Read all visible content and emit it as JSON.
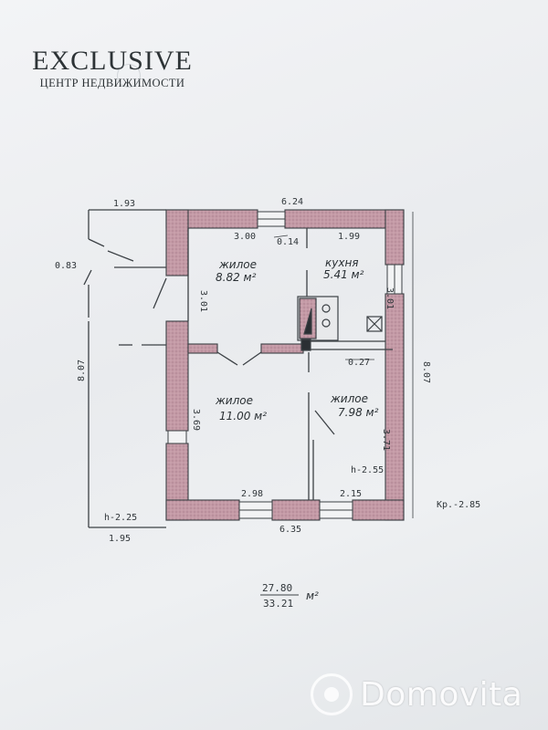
{
  "brand": {
    "title": "EXCLUSIVE",
    "subtitle": "ЦЕНТР НЕДВИЖИМОСТИ"
  },
  "rooms": {
    "living1": {
      "name": "жилое",
      "area": "8.82 м²"
    },
    "kitchen": {
      "name": "кухня",
      "area": "5.41 м²"
    },
    "living2": {
      "name": "жилое",
      "area": "11.00 м²"
    },
    "living3": {
      "name": "жилое",
      "area": "7.98 м²"
    }
  },
  "dimensions": {
    "top_left": "1.93",
    "top_right": "6.24",
    "inner_3_00": "3.00",
    "inner_0_14": "0.14",
    "inner_1_99": "1.99",
    "left_0_83": "0.83",
    "left_8_07": "8.07",
    "right_8_07": "8.07",
    "wall_3_01_left": "3.01",
    "wall_3_01_right": "3.01",
    "inner_0_27": "0.27",
    "wall_3_69": "3.69",
    "wall_3_71": "3.71",
    "h_2_55": "h-2.55",
    "h_2_25": "h-2.25",
    "kr_2_85": "Кр.-2.85",
    "bottom_2_98": "2.98",
    "bottom_2_15": "2.15",
    "bottom_6_35": "6.35",
    "bottom_1_95": "1.95"
  },
  "totals": {
    "living": "27.80",
    "total": "33.21",
    "unit": "м²"
  },
  "watermark": {
    "text": "Domovita"
  },
  "colors": {
    "wall": "#b58a96",
    "line": "#3c4145"
  }
}
